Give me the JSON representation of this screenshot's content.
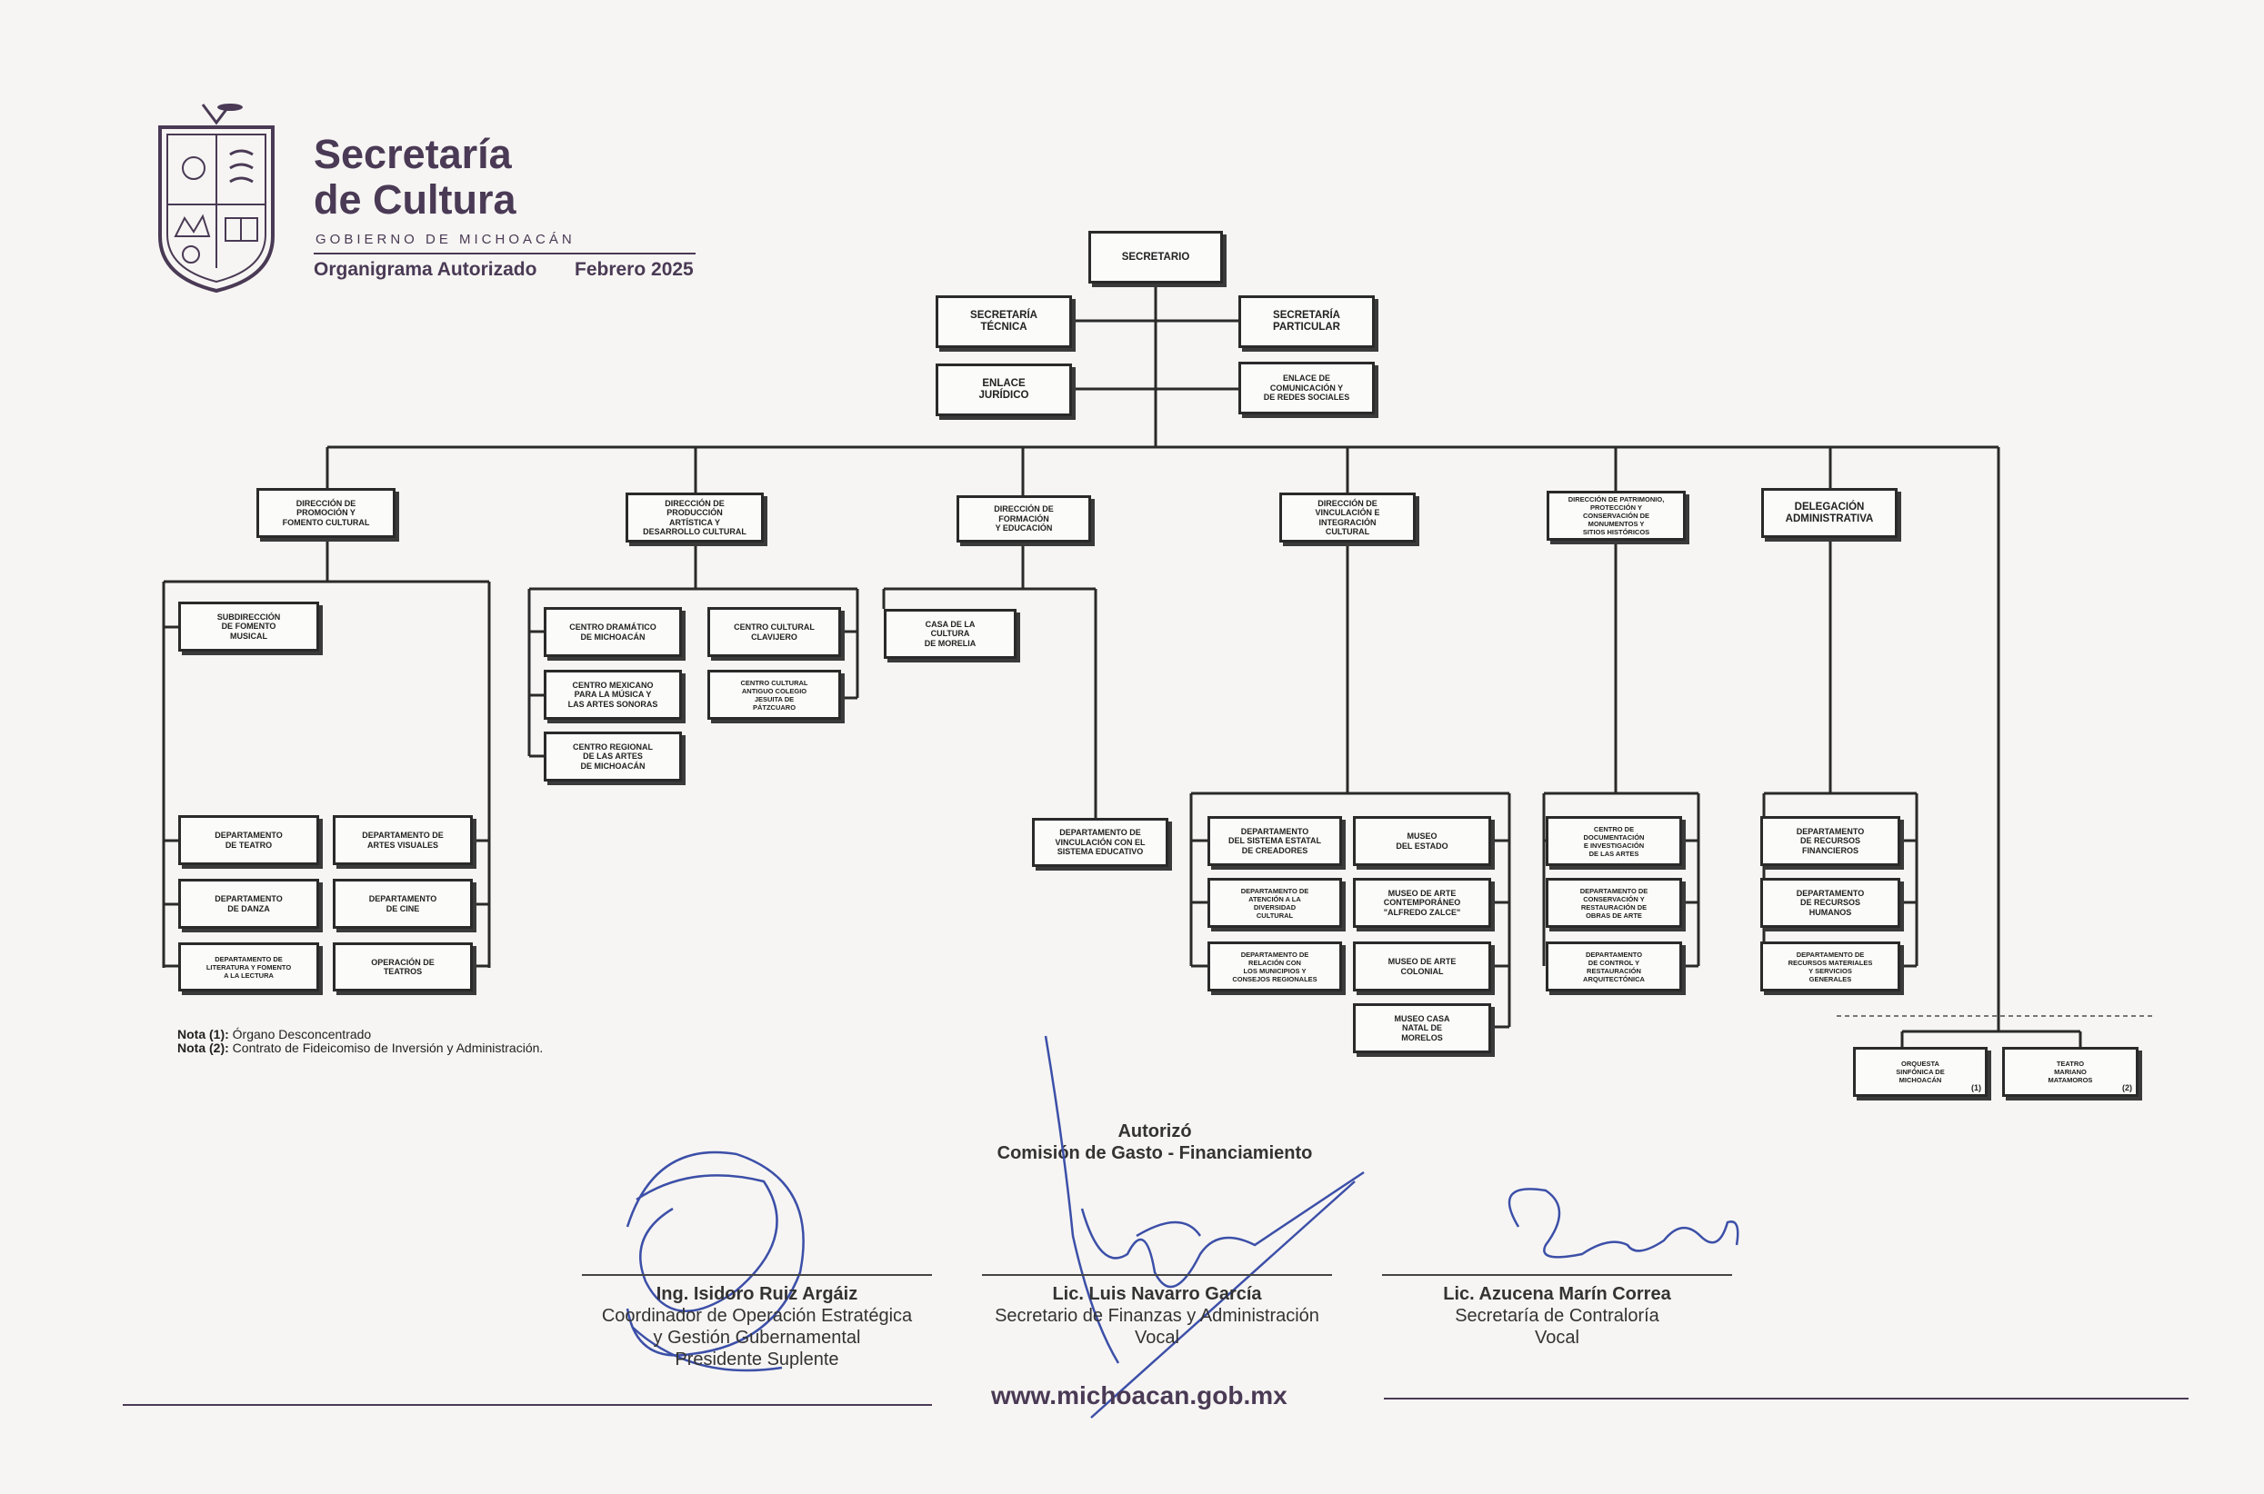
{
  "header": {
    "title_line1": "Secretaría",
    "title_line2": "de Cultura",
    "government": "GOBIERNO DE MICHOACÁN",
    "org_chart_label": "Organigrama Autorizado",
    "date": "Febrero 2025",
    "seal_icon": "michoacan-coat-of-arms-icon"
  },
  "org_chart": {
    "secretario": "SECRETARIO",
    "secretaria_tecnica": "SECRETARÍA\nTÉCNICA",
    "secretaria_particular": "SECRETARÍA\nPARTICULAR",
    "enlace_juridico": "ENLACE\nJURÍDICO",
    "enlace_comunicacion": "ENLACE DE\nCOMUNICACIÓN Y\nDE REDES SOCIALES",
    "dir_promocion": "DIRECCIÓN DE\nPROMOCIÓN Y\nFOMENTO CULTURAL",
    "dir_produccion": "DIRECCIÓN DE\nPRODUCCIÓN\nARTÍSTICA Y\nDESARROLLO CULTURAL",
    "dir_formacion": "DIRECCIÓN DE\nFORMACIÓN\nY EDUCACIÓN",
    "dir_vinculacion": "DIRECCIÓN DE\nVINCULACIÓN E\nINTEGRACIÓN\nCULTURAL",
    "dir_patrimonio": "DIRECCIÓN DE PATRIMONIO,\nPROTECCIÓN Y\nCONSERVACIÓN DE\nMONUMENTOS Y\nSITIOS HISTÓRICOS",
    "delegacion": "DELEGACIÓN\nADMINISTRATIVA",
    "subdir_fomento_musical": "SUBDIRECCIÓN\nDE FOMENTO\nMUSICAL",
    "depto_teatro": "DEPARTAMENTO\nDE TEATRO",
    "depto_artes_visuales": "DEPARTAMENTO DE\nARTES VISUALES",
    "depto_danza": "DEPARTAMENTO\nDE DANZA",
    "depto_cine": "DEPARTAMENTO\nDE CINE",
    "depto_literatura": "DEPARTAMENTO DE\nLITERATURA Y FOMENTO\nA LA LECTURA",
    "operacion_teatros": "OPERACIÓN DE\nTEATROS",
    "centro_dramatico": "CENTRO DRAMÁTICO\nDE MICHOACÁN",
    "centro_clavijero": "CENTRO CULTURAL\nCLAVIJERO",
    "centro_mexicano_musica": "CENTRO MEXICANO\nPARA LA MÚSICA Y\nLAS ARTES SONORAS",
    "centro_jesuita": "CENTRO CULTURAL\nANTIGUO COLEGIO\nJESUITA DE\nPÁTZCUARO",
    "centro_regional_artes": "CENTRO REGIONAL\nDE LAS ARTES\nDE MICHOACÁN",
    "casa_cultura_morelia": "CASA DE LA\nCULTURA\nDE MORELIA",
    "depto_vinculacion_educativo": "DEPARTAMENTO DE\nVINCULACIÓN CON EL\nSISTEMA EDUCATIVO",
    "depto_sistema_creadores": "DEPARTAMENTO\nDEL SISTEMA ESTATAL\nDE CREADORES",
    "museo_estado": "MUSEO\nDEL ESTADO",
    "depto_diversidad": "DEPARTAMENTO DE\nATENCIÓN A LA\nDIVERSIDAD\nCULTURAL",
    "museo_contemporaneo": "MUSEO DE ARTE\nCONTEMPORÁNEO\n\"ALFREDO ZALCE\"",
    "depto_municipios": "DEPARTAMENTO DE\nRELACIÓN CON\nLOS MUNICIPIOS Y\nCONSEJOS REGIONALES",
    "museo_colonial": "MUSEO DE ARTE\nCOLONIAL",
    "museo_casa_natal": "MUSEO CASA\nNATAL DE\nMORELOS",
    "centro_documentacion": "CENTRO DE\nDOCUMENTACIÓN\nE INVESTIGACIÓN\nDE LAS ARTES",
    "depto_conservacion": "DEPARTAMENTO DE\nCONSERVACIÓN Y\nRESTAURACIÓN DE\nOBRAS DE ARTE",
    "depto_control_restauracion": "DEPARTAMENTO\nDE CONTROL Y\nRESTAURACIÓN\nARQUITECTÓNICA",
    "depto_recursos_financieros": "DEPARTAMENTO\nDE RECURSOS\nFINANCIEROS",
    "depto_recursos_humanos": "DEPARTAMENTO\nDE RECURSOS\nHUMANOS",
    "depto_recursos_materiales": "DEPARTAMENTO DE\nRECURSOS MATERIALES\nY SERVICIOS\nGENERALES",
    "orquesta_sinfonica": "ORQUESTA\nSINFÓNICA DE\nMICHOACÁN",
    "orquesta_note": "(1)",
    "teatro_matamoros": "TEATRO\nMARIANO\nMATAMOROS",
    "teatro_note": "(2)"
  },
  "notes": {
    "note1_label": "Nota (1):",
    "note1_text": " Órgano Desconcentrado",
    "note2_label": "Nota (2):",
    "note2_text": " Contrato de Fideicomiso de Inversión y Administración."
  },
  "authorization": {
    "line1": "Autorizó",
    "line2": "Comisión de Gasto - Financiamiento"
  },
  "signatures": [
    {
      "name": "Ing. Isidoro Ruiz Argáiz",
      "role1": "Coordinador de Operación Estratégica",
      "role2": "y Gestión Gubernamental",
      "role3": "Presidente Suplente"
    },
    {
      "name": "Lic. Luis Navarro García",
      "role1": "Secretario de Finanzas y Administración",
      "role2": "Vocal"
    },
    {
      "name": "Lic. Azucena Marín Correa",
      "role1": "Secretaría de Contraloría",
      "role2": "Vocal"
    }
  ],
  "footer": {
    "url": "www.michoacan.gob.mx"
  },
  "colors": {
    "brand": "#4a3a55",
    "signature_ink": "#3c4fa8"
  }
}
